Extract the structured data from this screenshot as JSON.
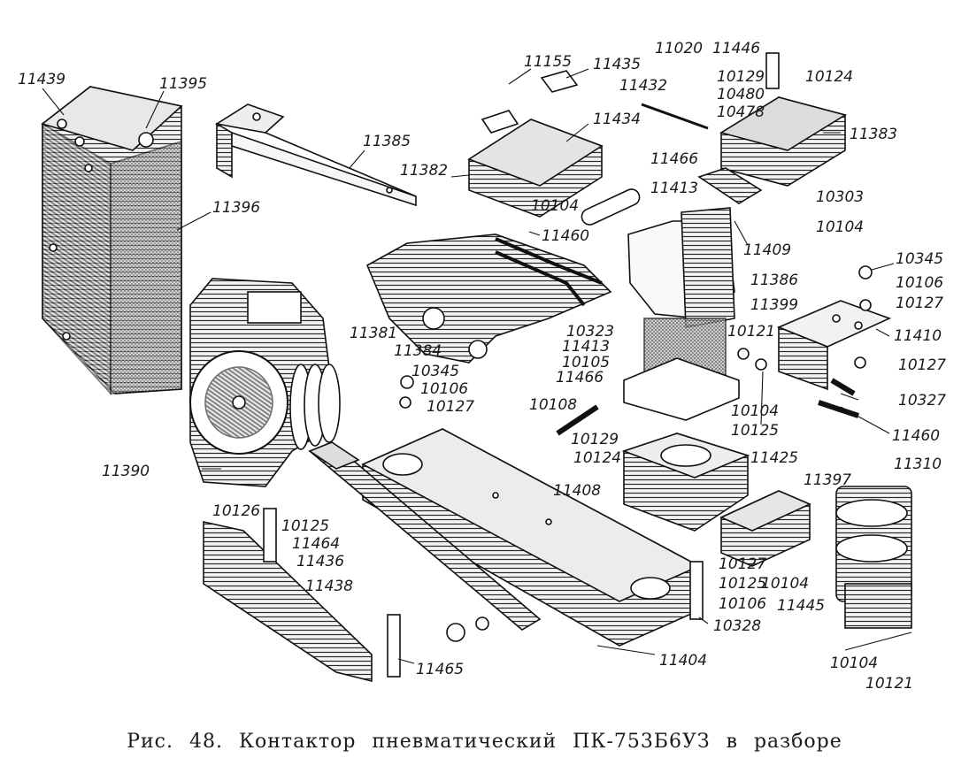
{
  "caption": "Рис. 48. Контактор пневматический ПК-753Б6УЗ в разборе",
  "labels": {
    "l11439": "11439",
    "l11395": "11395",
    "l11385": "11385",
    "l11155": "11155",
    "l11435": "11435",
    "l11020": "11020",
    "l11446": "11446",
    "l10129a": "10129",
    "l10124a": "10124",
    "l11432": "11432",
    "l10480": "10480",
    "l10478": "10478",
    "l11434": "11434",
    "l11383": "11383",
    "l11382": "11382",
    "l11466a": "11466",
    "l11413a": "11413",
    "l10104a": "10104",
    "l10303": "10303",
    "l10104b": "10104",
    "l11396": "11396",
    "l11460a": "11460",
    "l11409": "11409",
    "l10345a": "10345",
    "l10106a": "10106",
    "l10127a": "10127",
    "l11386": "11386",
    "l11381": "11381",
    "l11399": "11399",
    "l11410": "11410",
    "l10121a": "10121",
    "l11384": "11384",
    "l10323": "10323",
    "l11413b": "11413",
    "l10105": "10105",
    "l10127b": "10127",
    "l11466b": "11466",
    "l10345b": "10345",
    "l10106b": "10106",
    "l10127c": "10127",
    "l10327": "10327",
    "l10104c": "10104",
    "l10125a": "10125",
    "l10108": "10108",
    "l11460b": "11460",
    "l10129b": "10129",
    "l10124b": "10124",
    "l11390": "11390",
    "l11408": "11408",
    "l11425": "11425",
    "l11310": "11310",
    "l11397": "11397",
    "l10126": "10126",
    "l10125b": "10125",
    "l11464": "11464",
    "l11436": "11436",
    "l10127d": "10127",
    "l10125c": "10125",
    "l10104d": "10104",
    "l11438": "11438",
    "l10106c": "10106",
    "l11445": "11445",
    "l10328": "10328",
    "l11404": "11404",
    "l11465": "11465",
    "l10104e": "10104",
    "l10121b": "10121"
  }
}
